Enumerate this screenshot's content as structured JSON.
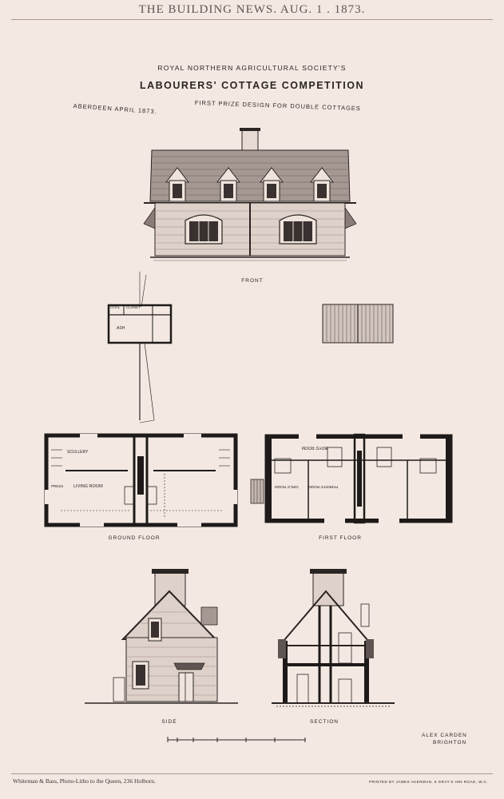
{
  "header": {
    "masthead": "THE BUILDING NEWS. AUG. 1 . 1873."
  },
  "titles": {
    "society": "ROYAL NORTHERN AGRICULTURAL SOCIETY'S",
    "competition": "LABOURERS' COTTAGE COMPETITION",
    "place_date": "ABERDEEN APRIL 1873.",
    "design": "FIRST PRIZE DESIGN FOR DOUBLE COTTAGES"
  },
  "views": {
    "front": "FRONT",
    "ground_floor": "GROUND FLOOR",
    "first_floor": "FIRST FLOOR",
    "side": "SIDE",
    "section": "SECTION"
  },
  "room_labels": {
    "coal": "COAL",
    "closet": "CLOSET",
    "ash": "ASH",
    "scullery": "SCULLERY",
    "living_room": "LIVING ROOM",
    "press": "PRESS",
    "boys_room": "BOYS' ROOM",
    "girls_room": "GIRLS' ROOM",
    "parents_room": "PARENTS' ROOM"
  },
  "signature": {
    "line1": "ALEX CARDEN",
    "line2": "BRIGHTON"
  },
  "footer": {
    "lithographer": "Whiteman & Bass, Photo-Litho to the Queen, 236 Holborn.",
    "printer": "PRINTED BY JAMES AKERMAN, 6 GRAY'S INN ROAD, W.C."
  },
  "colors": {
    "paper": "#f3e9e2",
    "ink": "#2a2422",
    "wall": "#1e1a19"
  }
}
